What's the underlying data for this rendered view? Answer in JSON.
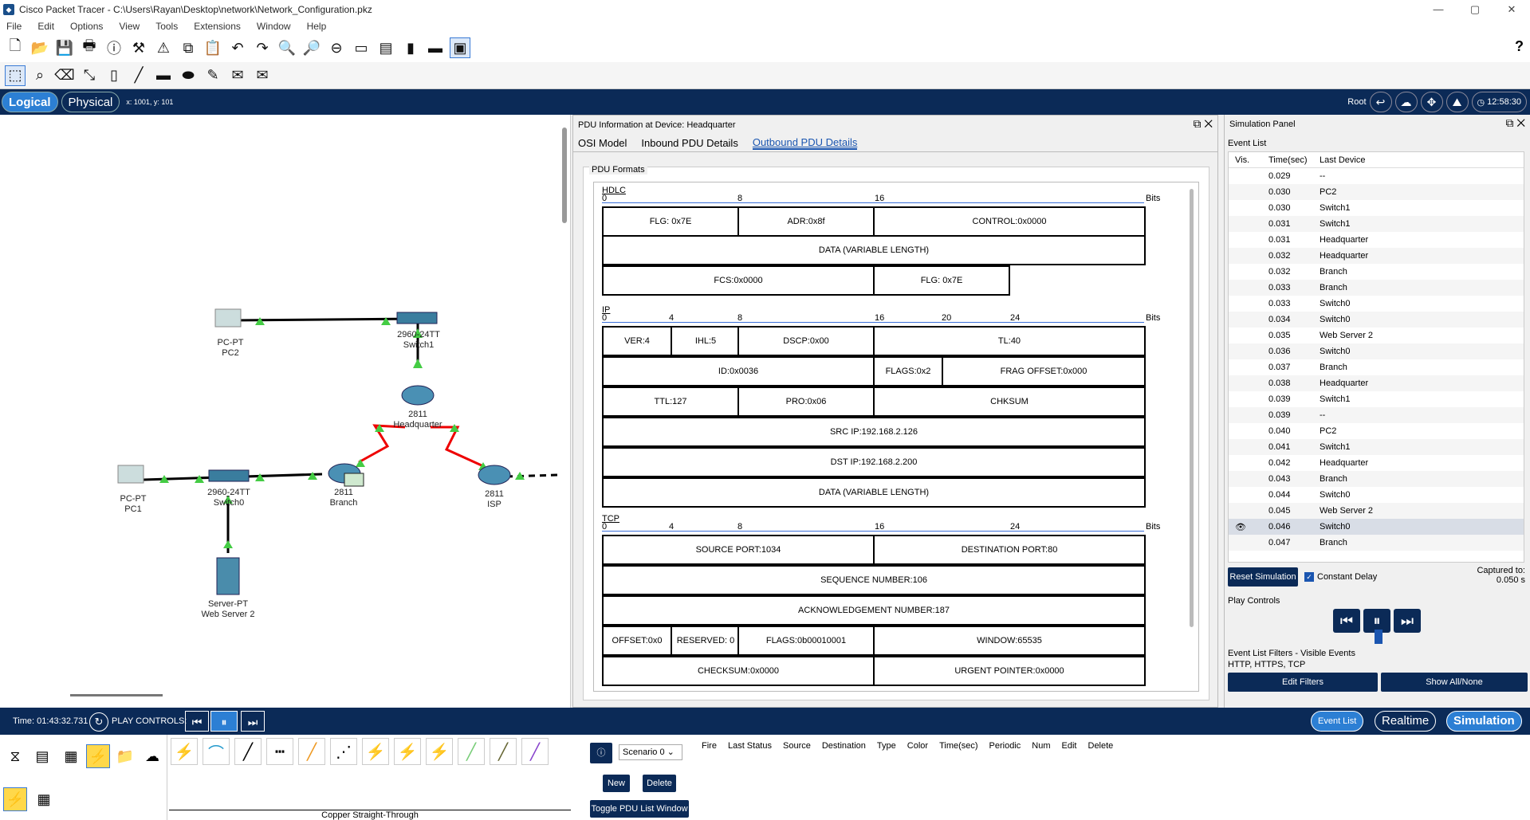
{
  "window": {
    "title": "Cisco Packet Tracer - C:\\Users\\Rayan\\Desktop\\network\\Network_Configuration.pkz"
  },
  "menu": [
    "File",
    "Edit",
    "Options",
    "View",
    "Tools",
    "Extensions",
    "Window",
    "Help"
  ],
  "nav": {
    "logical": "Logical",
    "physical": "Physical",
    "coords": "x: 1001, y: 101",
    "root": "Root",
    "clock": "12:58:30"
  },
  "devices": {
    "pc2": {
      "type": "PC-PT",
      "name": "PC2"
    },
    "switch1": {
      "type": "2960-24TT",
      "name": "Switch1"
    },
    "hq": {
      "type": "2811",
      "name": "Headquarter"
    },
    "pc1": {
      "type": "PC-PT",
      "name": "PC1"
    },
    "switch0": {
      "type": "2960-24TT",
      "name": "Switch0"
    },
    "branch": {
      "type": "2811",
      "name": "Branch"
    },
    "isp": {
      "type": "2811",
      "name": "ISP"
    },
    "server": {
      "type": "Server-PT",
      "name": "Web Server 2"
    }
  },
  "pdu": {
    "title": "PDU Information at Device: Headquarter",
    "tabs": [
      "OSI Model",
      "Inbound PDU Details",
      "Outbound PDU Details"
    ],
    "formats_label": "PDU Formats",
    "bits": "Bits",
    "hdlc": {
      "label": "HDLC",
      "flg": "FLG: 0x7E",
      "adr": "ADR:0x8f",
      "control": "CONTROL:0x0000",
      "data": "DATA (VARIABLE LENGTH)",
      "fcs": "FCS:0x0000",
      "flg2": "FLG: 0x7E"
    },
    "ip": {
      "label": "IP",
      "ver": "VER:4",
      "ihl": "IHL:5",
      "dscp": "DSCP:0x00",
      "tl": "TL:40",
      "id": "ID:0x0036",
      "flags": "FLAGS:0x2",
      "frag": "FRAG OFFSET:0x000",
      "ttl": "TTL:127",
      "pro": "PRO:0x06",
      "chksum": "CHKSUM",
      "src": "SRC IP:192.168.2.126",
      "dst": "DST IP:192.168.2.200",
      "data": "DATA (VARIABLE LENGTH)"
    },
    "tcp": {
      "label": "TCP",
      "src_port": "SOURCE PORT:1034",
      "dst_port": "DESTINATION PORT:80",
      "seq": "SEQUENCE NUMBER:106",
      "ack": "ACKNOWLEDGEMENT NUMBER:187",
      "offset": "OFFSET:0x0",
      "reserved": "RESERVED: 0",
      "flags": "FLAGS:0b00010001",
      "window": "WINDOW:65535",
      "checksum": "CHECKSUM:0x0000",
      "urgent": "URGENT POINTER:0x0000"
    }
  },
  "sim": {
    "title": "Simulation Panel",
    "event_list": "Event List",
    "cols": {
      "vis": "Vis.",
      "time": "Time(sec)",
      "last": "Last Device"
    },
    "events": [
      {
        "time": "0.029",
        "dev": "--"
      },
      {
        "time": "0.030",
        "dev": "PC2"
      },
      {
        "time": "0.030",
        "dev": "Switch1"
      },
      {
        "time": "0.031",
        "dev": "Switch1"
      },
      {
        "time": "0.031",
        "dev": "Headquarter"
      },
      {
        "time": "0.032",
        "dev": "Headquarter"
      },
      {
        "time": "0.032",
        "dev": "Branch"
      },
      {
        "time": "0.033",
        "dev": "Branch"
      },
      {
        "time": "0.033",
        "dev": "Switch0"
      },
      {
        "time": "0.034",
        "dev": "Switch0"
      },
      {
        "time": "0.035",
        "dev": "Web Server 2"
      },
      {
        "time": "0.036",
        "dev": "Switch0"
      },
      {
        "time": "0.037",
        "dev": "Branch"
      },
      {
        "time": "0.038",
        "dev": "Headquarter"
      },
      {
        "time": "0.039",
        "dev": "Switch1"
      },
      {
        "time": "0.039",
        "dev": "--"
      },
      {
        "time": "0.040",
        "dev": "PC2"
      },
      {
        "time": "0.041",
        "dev": "Switch1"
      },
      {
        "time": "0.042",
        "dev": "Headquarter"
      },
      {
        "time": "0.043",
        "dev": "Branch"
      },
      {
        "time": "0.044",
        "dev": "Switch0"
      },
      {
        "time": "0.045",
        "dev": "Web Server 2"
      },
      {
        "time": "0.046",
        "dev": "Switch0"
      },
      {
        "time": "0.047",
        "dev": "Branch"
      }
    ],
    "reset": "Reset Simulation",
    "constant_delay": "Constant Delay",
    "captured": "Captured to:",
    "captured_val": "0.050 s",
    "play_controls": "Play Controls",
    "filters_title": "Event List Filters - Visible Events",
    "filters": "HTTP, HTTPS, TCP",
    "edit_filters": "Edit Filters",
    "show_all": "Show All/None"
  },
  "bottombar": {
    "time": "Time: 01:43:32.731",
    "play": "PLAY CONTROLS:",
    "event_list": "Event List",
    "realtime": "Realtime",
    "simulation": "Simulation"
  },
  "bottom": {
    "cable_name": "Copper Straight-Through",
    "scenario": "Scenario 0",
    "new": "New",
    "delete": "Delete",
    "toggle": "Toggle PDU List Window",
    "cols": [
      "Fire",
      "Last Status",
      "Source",
      "Destination",
      "Type",
      "Color",
      "Time(sec)",
      "Periodic",
      "Num",
      "Edit",
      "Delete"
    ]
  }
}
